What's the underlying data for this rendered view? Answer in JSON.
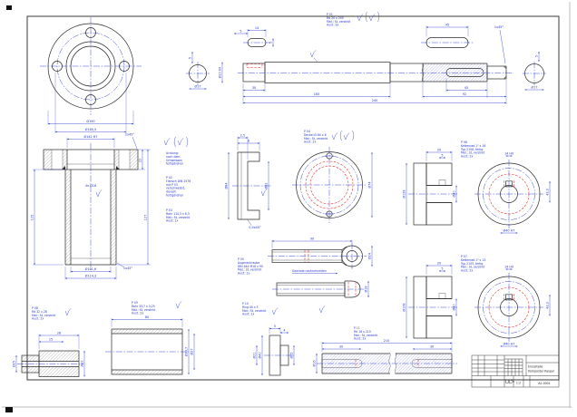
{
  "colors": {
    "line": "#2a2a2a",
    "dimension": "#2233cc",
    "hidden_red": "#dd2222",
    "background": "#ffffff"
  },
  "titleblock": {
    "line1": "Einzelteile",
    "line2": "Komposter Kasper",
    "scale": "1:2",
    "number": "A2-0001"
  },
  "notes": {
    "p01": [
      "P 01",
      "Rd 20 x 240",
      "Mat.: St, verzinkt",
      "Ausf.: 2x"
    ],
    "warning": [
      "Achtung:",
      "nach dem",
      "Schweissen",
      "fertigdrehen"
    ],
    "p02": [
      "P 02",
      "Flansch DIN 2576",
      "mit P 03",
      "verschweisst,",
      "danach",
      "fertigdrehen"
    ],
    "p03": [
      "P 03",
      "Rohr 114,3 x 6,3",
      "Mat.: St, verzinkt",
      "Ausf.: 1x"
    ],
    "p04": [
      "P 04",
      "Deckel Ø 84 x 8",
      "Mat.: St, verzinkt",
      "Ausf.: 2x"
    ],
    "p05": [
      "P 05",
      "Augenschraube",
      "DIN 444 M16 x 90",
      "Mat.: St, verzinkt",
      "Ausf.: 1x"
    ],
    "p06": [
      "P 06",
      "Kettenrad 1\" x 16",
      "Typ 2108, fertig",
      "Mat.: St, verzinkt",
      "Ausf.: 2x"
    ],
    "p07": [
      "P 07",
      "Kettenrad 1\" x 13",
      "Typ 2105, fertig",
      "Mat.: St, verzinkt",
      "Ausf.: 2x"
    ],
    "p08": [
      "P 08",
      "Rd 32 x 28",
      "Mat.: St, verzinkt",
      "Ausf.: 2x"
    ],
    "p09": [
      "P 09",
      "Rohr 33,7 x 3,25",
      "Mat.: St, verzinkt",
      "Ausf.: 2x"
    ],
    "p10": [
      "P 10",
      "Ring 40 x 5",
      "Mat.: St, verzinkt",
      "Ausf.: 2x"
    ],
    "p11": [
      "P 11",
      "Rd 16 x 210",
      "Mat.: St, verzinkt",
      "Ausf.: 2x"
    ],
    "eyebolt_leader": "Gewinde nachschneiden"
  },
  "dims": {
    "flange_front": {
      "outer": "Ø190",
      "bolt_circle": "Ø160,5"
    },
    "flange_section": {
      "recess": "Ø142 H7",
      "chamfer_top": "2x45°",
      "holes": "4x Ø18",
      "tube_len": "105",
      "flange_thk": "22",
      "total": "127",
      "tube_inner": "Ø101,6",
      "tube_outer": "Ø114,3",
      "chamfer_bot": "1x45°"
    },
    "shaft": {
      "cs_left": "Ø17",
      "cs_flat": "5",
      "key_len_a": "14",
      "key_pos": "5",
      "key_w": "5",
      "stub_dia": "Ø20 h9",
      "stub_len": "30",
      "mid_len": "165",
      "total": "240",
      "pocket_len": "45",
      "right_len": "92",
      "key_len_b": "45",
      "chamfer": "1x45°",
      "cs_right_flat": "5",
      "cs_right": "Ø17"
    },
    "disc": {
      "thk": "8",
      "lip": "2,5",
      "outer": "Ø84",
      "inner": "Ø62",
      "front_outer": "Ø74",
      "chamfer": "0,5x45°"
    },
    "eyebolt": {
      "len": "90",
      "eye_od": "Ø24",
      "head": "Ø18"
    },
    "pulley_a": {
      "hub_len": "20",
      "key_w": "5",
      "outer": "Ø128",
      "bore": "Ø40",
      "key_width": "14 H9",
      "key_depth": "43,3",
      "bore_fit": "Ø40 H7"
    },
    "pulley_b": {
      "hub_len": "20",
      "key_w": "5",
      "outer": "Ø108",
      "bore": "Ø40",
      "key_width": "14 H9",
      "key_depth": "43,3",
      "bore_fit": "Ø40 H7"
    },
    "bushing": {
      "len": "28",
      "step": "15",
      "small_od": "Ø25",
      "big_od": "Ø32"
    },
    "tube": {
      "len": "80",
      "od": "Ø33,7",
      "id": "Ø27"
    },
    "ring": {
      "thk": "5",
      "hub": "4",
      "od": "Ø40",
      "id": "Ø21",
      "hub_od": "Ø25"
    },
    "rod": {
      "len": "210",
      "thread_l": "30",
      "thread_r": "30",
      "dia": "Ø16"
    }
  }
}
